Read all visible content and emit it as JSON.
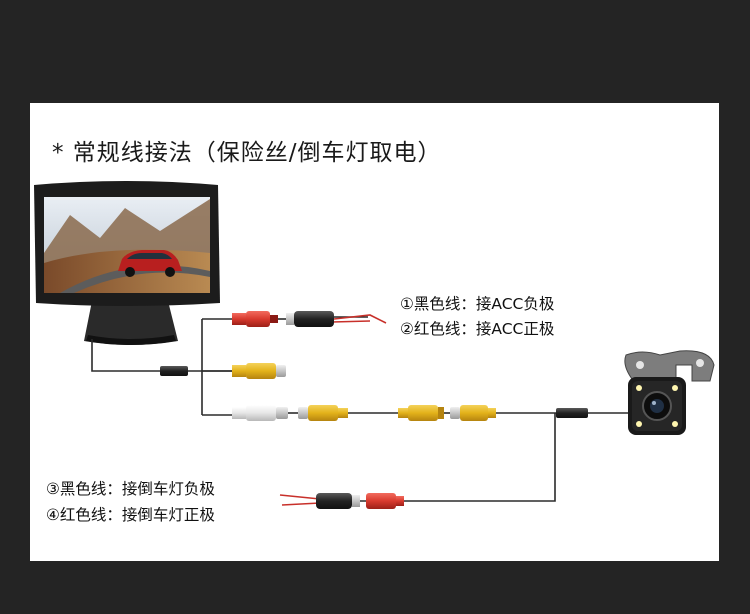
{
  "title": "* 常规线接法（保险丝/倒车灯取电）",
  "labels": {
    "acc_black": "①黑色线：接ACC负极",
    "acc_red": "②红色线：接ACC正极",
    "reverse_black": "③黑色线：接倒车灯负极",
    "reverse_red": "④红色线：接倒车灯正极"
  },
  "colors": {
    "background": "#242424",
    "panel": "#ffffff",
    "wire": "#2b2b2b",
    "red_wire": "#c8302a",
    "rca_yellow": "#e3b21a",
    "rca_red": "#d83a2e",
    "rca_white": "#e8e8e8"
  },
  "icons": {
    "monitor": "car-monitor-icon",
    "camera": "rear-camera-icon"
  }
}
